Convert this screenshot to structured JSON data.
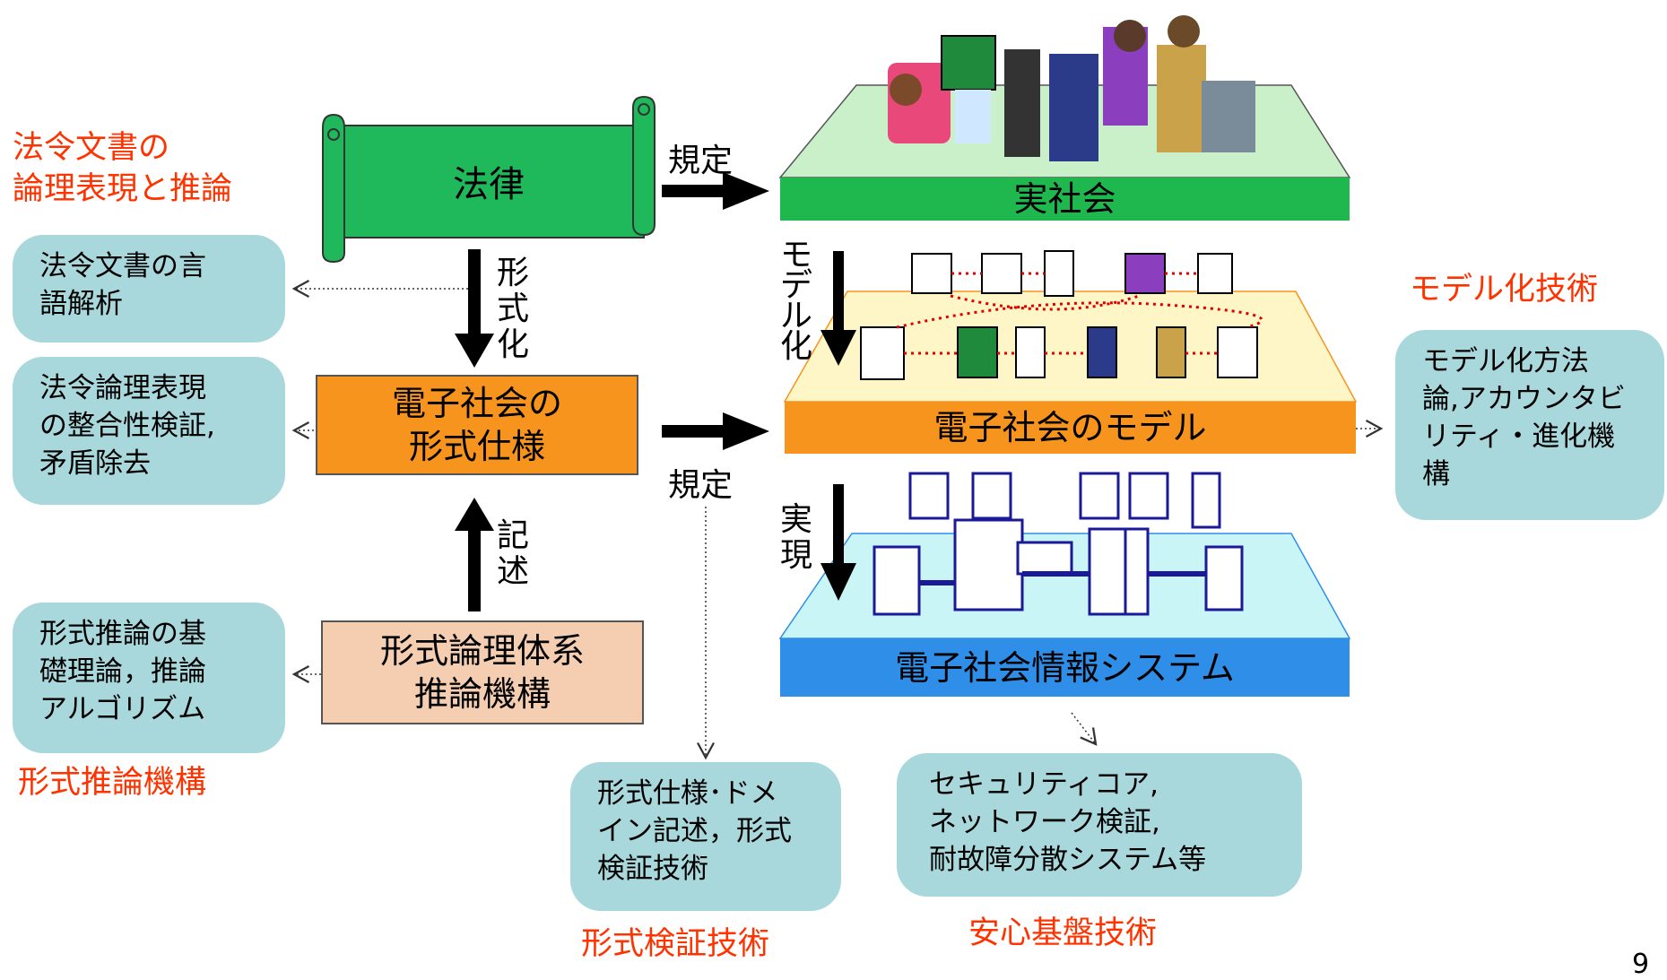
{
  "left_labels": {
    "legal_reasoning": "法令文書の\n論理表現と推論",
    "formal_inference": "形式推論機構"
  },
  "left_bubbles": {
    "language_analysis": "法令文書の言\n語解析",
    "consistency_check": "法令論理表現\nの整合性検証,\n矛盾除去",
    "inference_theory": "形式推論の基\n礎理論，推論\nアルゴリズム"
  },
  "center_boxes": {
    "law": "法律",
    "formal_spec": "電子社会の\n形式仕様",
    "logic_system": "形式論理体系\n推論機構"
  },
  "arrow_labels": {
    "formalize": "形式化",
    "describe": "記述",
    "define_top": "規定",
    "define_mid": "規定",
    "modeling": "モデル化",
    "realize": "実現"
  },
  "platforms": {
    "real_society": "実社会",
    "society_model": "電子社会のモデル",
    "info_system": "電子社会情報システム"
  },
  "right": {
    "model_tech_label": "モデル化技術",
    "model_bubble": "モデル化方法\n論,アカウンタビ\nリティ・進化機\n構"
  },
  "bottom": {
    "verification_bubble": "形式仕様･ドメ\nイン記述，形式\n検証技術",
    "verification_label": "形式検証技術",
    "security_bubble": "セキュリティコア,\nネットワーク検証,\n耐故障分散システム等",
    "security_label": "安心基盤技術"
  },
  "page_number": "9",
  "colors": {
    "red_label": "#ff3300",
    "bubble": "#a9d8dc",
    "law_green": "#1fb85a",
    "spec_orange": "#f7941d",
    "logic_peach": "#f5cdb0",
    "real_top": "#c9f0c9",
    "real_front": "#1fb84f",
    "model_top": "#fff6c7",
    "model_front": "#f7941d",
    "system_top": "#c9f5f7",
    "system_front": "#2f8fe8"
  }
}
